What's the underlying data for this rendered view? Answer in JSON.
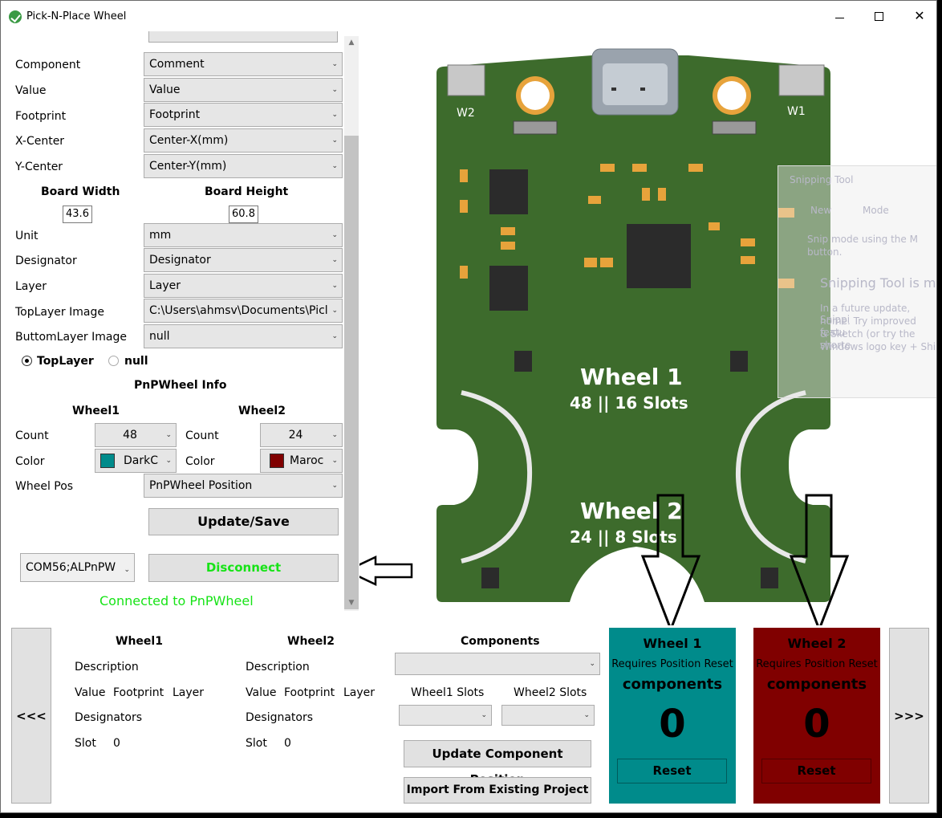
{
  "window": {
    "title": "Pick-N-Place Wheel",
    "min": "—",
    "close": "✕"
  },
  "fields": {
    "component": {
      "label": "Component",
      "value": "Comment"
    },
    "value": {
      "label": "Value",
      "value": "Value"
    },
    "footprint": {
      "label": "Footprint",
      "value": "Footprint"
    },
    "xcenter": {
      "label": "X-Center",
      "value": "Center-X(mm)"
    },
    "ycenter": {
      "label": "Y-Center",
      "value": "Center-Y(mm)"
    },
    "unit": {
      "label": "Unit",
      "value": "mm"
    },
    "designator": {
      "label": "Designator",
      "value": "Designator"
    },
    "layer": {
      "label": "Layer",
      "value": "Layer"
    },
    "toplayer_image": {
      "label": "TopLayer Image",
      "value": "C:\\Users\\ahmsv\\Documents\\Picl"
    },
    "bottomlayer_image": {
      "label": "ButtomLayer Image",
      "value": "null"
    }
  },
  "board": {
    "width_label": "Board Width",
    "height_label": "Board Height",
    "width": "43.6",
    "height": "60.8"
  },
  "layer_radio": {
    "top": "TopLayer",
    "bottom": "null"
  },
  "pnp": {
    "title": "PnPWheel Info",
    "wheel1": {
      "label": "Wheel1",
      "count_label": "Count",
      "count": "48",
      "color_label": "Color",
      "color_name": "DarkC",
      "color": "#008b8b"
    },
    "wheel2": {
      "label": "Wheel2",
      "count_label": "Count",
      "count": "24",
      "color_label": "Color",
      "color_name": "Maroc",
      "color": "#800000"
    },
    "wheel_pos_label": "Wheel Pos",
    "wheel_pos": "PnPWheel Position"
  },
  "actions": {
    "update_save": "Update/Save",
    "disconnect": "Disconnect"
  },
  "connection": {
    "port": "COM56;ALPnPW",
    "status": "Connected to PnPWheel"
  },
  "pcb": {
    "w2": "W2",
    "w1": "W1",
    "wheel1_title": "Wheel 1",
    "wheel1_slots": "48 || 16 Slots",
    "wheel2_title": "Wheel 2",
    "wheel2_slots": "24 || 8 Slots",
    "colors": {
      "board": "#3d6b2c",
      "pad": "#e7a33b",
      "chip": "#2b2b2b"
    }
  },
  "overlay": {
    "title": "Snipping Tool",
    "lines": [
      "New",
      "Mode",
      "Snip mode using the M",
      "button.",
      "Snipping Tool is m",
      "In a future update, Snippi",
      "home. Try improved featu",
      "& Sketch (or try the shorte",
      "Windows logo key + Shi"
    ]
  },
  "bottom": {
    "prev": "<<<",
    "next": ">>>",
    "wheel1": {
      "title": "Wheel1",
      "description": "Description",
      "value": "Value",
      "footprint": "Footprint",
      "layer": "Layer",
      "designators": "Designators",
      "slot_label": "Slot",
      "slot": "0"
    },
    "wheel2": {
      "title": "Wheel2",
      "description": "Description",
      "value": "Value",
      "footprint": "Footprint",
      "layer": "Layer",
      "designators": "Designators",
      "slot_label": "Slot",
      "slot": "0"
    },
    "components_title": "Components",
    "components_value": "",
    "wheel1_slots_label": "Wheel1 Slots",
    "wheel2_slots_label": "Wheel2 Slots",
    "update_position": "Update Component Position",
    "import_project": "Import From Existing Project"
  },
  "cards": {
    "wheel1": {
      "title": "Wheel 1",
      "requires": "Requires Position Reset",
      "components": "components",
      "count": "0",
      "reset": "Reset",
      "color": "#008b8b"
    },
    "wheel2": {
      "title": "Wheel 2",
      "requires": "Requires Position Reset",
      "components": "components",
      "count": "0",
      "reset": "Reset",
      "color": "#800000"
    }
  }
}
